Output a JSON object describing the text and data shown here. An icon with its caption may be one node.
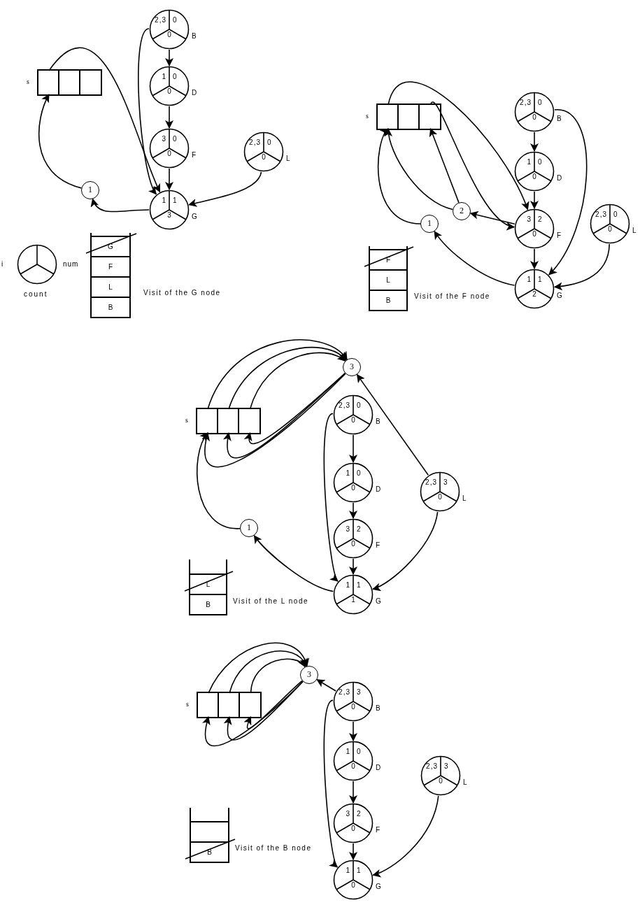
{
  "diagram": {
    "nodes": [
      {
        "text": [
          "s"
        ]
      },
      {
        "text": [],
        "shape": "box",
        "in": 0
      },
      {
        "text": [],
        "shape": "box",
        "in": 0
      },
      {
        "text": [],
        "shape": "box",
        "in": 0
      },
      {
        "text": [
          "2,3",
          "0",
          "0"
        ],
        "beside": [
          "B"
        ]
      },
      {
        "text": [
          "1",
          "0",
          "0"
        ],
        "beside": [
          "D"
        ]
      },
      {
        "text": [
          "3",
          "0",
          "0"
        ],
        "beside": [
          "F"
        ]
      },
      {
        "text": [
          "2,3",
          "0",
          "0"
        ],
        "beside": [
          "L"
        ]
      },
      {
        "text": [
          "1"
        ]
      },
      {
        "text": [
          "1",
          "1",
          "3"
        ],
        "beside": [
          "G"
        ]
      },
      {
        "text": [
          "i",
          "num",
          "count"
        ]
      },
      {
        "text": [],
        "shape": "box"
      },
      {
        "text": [
          "G"
        ],
        "in": 11
      },
      {
        "text": [
          "F"
        ],
        "in": 11
      },
      {
        "text": [
          "L"
        ],
        "in": 11
      },
      {
        "text": [
          "B"
        ],
        "in": 11
      },
      {
        "text": [
          "s"
        ]
      },
      {
        "text": [],
        "shape": "box",
        "in": 16
      },
      {
        "text": [],
        "shape": "box",
        "in": 16
      },
      {
        "text": [],
        "shape": "box",
        "in": 16
      },
      {
        "text": [
          "2,3",
          "0",
          "0"
        ],
        "beside": [
          "B"
        ]
      },
      {
        "text": [
          "1",
          "0",
          "0"
        ],
        "beside": [
          "D"
        ]
      },
      {
        "text": [
          "2"
        ]
      },
      {
        "text": [
          "1"
        ]
      },
      {
        "text": [
          "3",
          "2",
          "0"
        ],
        "beside": [
          "F"
        ]
      },
      {
        "text": [
          "2,3",
          "0",
          "0"
        ],
        "beside": [
          "L"
        ]
      },
      {
        "text": [
          "1",
          "1",
          "2"
        ],
        "beside": [
          "G"
        ]
      },
      {
        "text": [],
        "shape": "box"
      },
      {
        "text": [
          "F"
        ],
        "in": 27
      },
      {
        "text": [
          "L"
        ],
        "in": 27
      },
      {
        "text": [
          "B"
        ],
        "in": 27
      },
      {
        "text": [
          "3"
        ]
      },
      {
        "text": [
          "s"
        ]
      },
      {
        "text": [],
        "shape": "box",
        "in": 32
      },
      {
        "text": [],
        "shape": "box",
        "in": 32
      },
      {
        "text": [],
        "shape": "box",
        "in": 32
      },
      {
        "text": [
          "2,3",
          "0",
          "0"
        ],
        "beside": [
          "B"
        ]
      },
      {
        "text": [
          "1",
          "0",
          "0"
        ],
        "beside": [
          "D"
        ]
      },
      {
        "text": [
          "2,3",
          "3",
          "0"
        ],
        "beside": [
          "L"
        ]
      },
      {
        "text": [
          "1"
        ]
      },
      {
        "text": [
          "3",
          "2",
          "0"
        ],
        "beside": [
          "F"
        ]
      },
      {
        "text": [
          "1",
          "1",
          "1"
        ],
        "beside": [
          "G"
        ]
      },
      {
        "text": [],
        "shape": "box"
      },
      {
        "text": [
          "L"
        ],
        "in": 42
      },
      {
        "text": [
          "B"
        ],
        "in": 42
      },
      {
        "text": [
          "3"
        ]
      },
      {
        "text": [
          "s"
        ]
      },
      {
        "text": [],
        "shape": "box",
        "in": 46
      },
      {
        "text": [],
        "shape": "box",
        "in": 46
      },
      {
        "text": [],
        "shape": "box",
        "in": 46
      },
      {
        "text": [
          "2,3",
          "3",
          "0"
        ],
        "beside": [
          "B"
        ]
      },
      {
        "text": [
          "1",
          "0",
          "0"
        ],
        "beside": [
          "D"
        ]
      },
      {
        "text": [
          "2,3",
          "3",
          "0"
        ],
        "beside": [
          "L"
        ]
      },
      {
        "text": [
          "3",
          "2",
          "0"
        ],
        "beside": [
          "F"
        ]
      },
      {
        "text": [
          "1",
          "1",
          "0"
        ],
        "beside": [
          "G"
        ]
      },
      {
        "text": [],
        "shape": "box"
      },
      {
        "text": [],
        "shape": "box",
        "in": 55
      },
      {
        "text": [
          "B"
        ],
        "in": 55
      }
    ],
    "edges": [
      {
        "from": 4,
        "to": 5,
        "arrow": "to"
      },
      {
        "from": 5,
        "to": 6,
        "arrow": "to"
      },
      {
        "from": 6,
        "to": 9,
        "arrow": "to"
      },
      {
        "from": 4,
        "to": 9,
        "arrow": "to"
      },
      {
        "from": 7,
        "to": 9,
        "arrow": "to"
      },
      {
        "from": 9,
        "to": 8,
        "arrow": "to"
      },
      {
        "from": 8,
        "to": 1,
        "arrow": "to"
      },
      {
        "from": 1,
        "to": 9,
        "arrow": "to"
      },
      {
        "from": 20,
        "to": 21,
        "arrow": "to"
      },
      {
        "from": 21,
        "to": 24,
        "arrow": "to"
      },
      {
        "from": 24,
        "to": 26,
        "arrow": "to"
      },
      {
        "from": 20,
        "to": 26,
        "arrow": "to"
      },
      {
        "from": 25,
        "to": 26,
        "arrow": "to"
      },
      {
        "from": 24,
        "to": 22,
        "arrow": "to"
      },
      {
        "from": 22,
        "to": 19,
        "arrow": "to"
      },
      {
        "from": 22,
        "to": 17,
        "arrow": "to"
      },
      {
        "from": 26,
        "to": 23,
        "arrow": "to"
      },
      {
        "from": 23,
        "to": 17,
        "arrow": "to"
      },
      {
        "from": 17,
        "to": 24,
        "arrow": "to"
      },
      {
        "from": 19,
        "to": 24,
        "arrow": "to"
      },
      {
        "from": 36,
        "to": 37,
        "arrow": "to"
      },
      {
        "from": 37,
        "to": 40,
        "arrow": "to"
      },
      {
        "from": 40,
        "to": 41,
        "arrow": "to"
      },
      {
        "from": 36,
        "to": 41,
        "arrow": "to"
      },
      {
        "from": 38,
        "to": 41,
        "arrow": "to"
      },
      {
        "from": 38,
        "to": 31,
        "arrow": "to"
      },
      {
        "from": 41,
        "to": 39,
        "arrow": "to"
      },
      {
        "from": 39,
        "to": 33,
        "arrow": "to"
      },
      {
        "from": 31,
        "to": 33,
        "arrow": "to"
      },
      {
        "from": 31,
        "to": 34,
        "arrow": "to"
      },
      {
        "from": 31,
        "to": 35,
        "arrow": "to"
      },
      {
        "from": 33,
        "to": 31,
        "arrow": "to"
      },
      {
        "from": 34,
        "to": 31,
        "arrow": "to"
      },
      {
        "from": 35,
        "to": 31,
        "arrow": "to"
      },
      {
        "from": 50,
        "to": 51,
        "arrow": "to"
      },
      {
        "from": 51,
        "to": 53,
        "arrow": "to"
      },
      {
        "from": 53,
        "to": 54,
        "arrow": "to"
      },
      {
        "from": 50,
        "to": 54,
        "arrow": "to"
      },
      {
        "from": 52,
        "to": 54,
        "arrow": "to"
      },
      {
        "from": 50,
        "to": 45,
        "arrow": "to"
      },
      {
        "from": 45,
        "to": 47,
        "arrow": "to"
      },
      {
        "from": 45,
        "to": 48,
        "arrow": "to"
      },
      {
        "from": 45,
        "to": 49,
        "arrow": "to"
      },
      {
        "from": 47,
        "to": 45,
        "arrow": "to"
      },
      {
        "from": 48,
        "to": 45,
        "arrow": "to"
      },
      {
        "from": 49,
        "to": 45,
        "arrow": "to"
      }
    ],
    "labels": [
      "Visit of the G node",
      "Visit of the F node",
      "Visit of the L node",
      "Visit of the B node"
    ]
  }
}
